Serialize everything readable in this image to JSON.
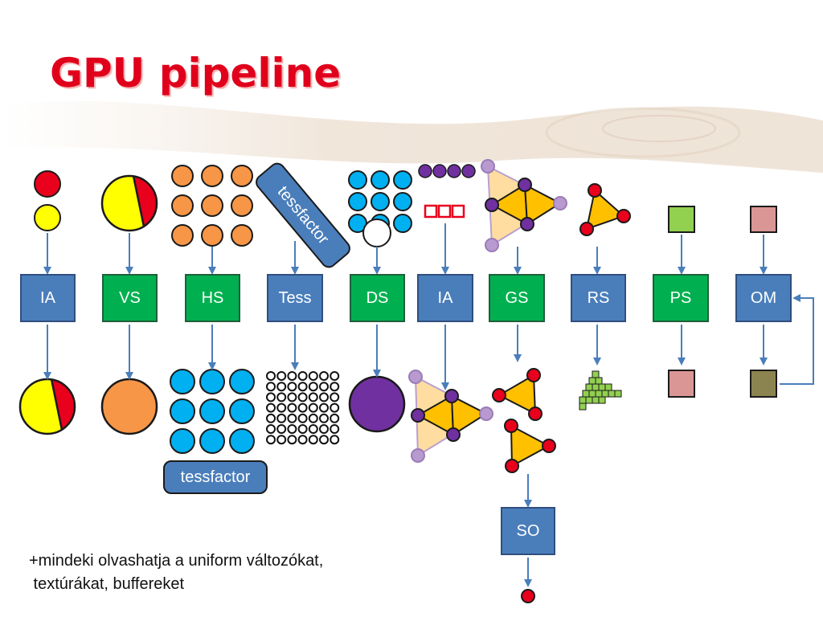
{
  "slide": {
    "title": "GPU pipeline",
    "note_line1": "+mindeki olvashatja a uniform változókat,",
    "note_line2": " textúrákat, buffereket"
  },
  "stages": [
    {
      "id": "ia-1",
      "label": "IA"
    },
    {
      "id": "vs",
      "label": "VS"
    },
    {
      "id": "hs",
      "label": "HS"
    },
    {
      "id": "tess",
      "label": "Tess"
    },
    {
      "id": "ds",
      "label": "DS"
    },
    {
      "id": "ia-2",
      "label": "IA"
    },
    {
      "id": "gs",
      "label": "GS"
    },
    {
      "id": "rs",
      "label": "RS"
    },
    {
      "id": "ps",
      "label": "PS"
    },
    {
      "id": "om",
      "label": "OM"
    },
    {
      "id": "so",
      "label": "SO"
    }
  ],
  "tessfactor_top": "tessfactor",
  "tessfactor_bottom": "tessfactor",
  "colors": {
    "stage_blue": "#4a7ebb",
    "stage_green": "#00b050",
    "arrow": "#4a7ebb",
    "title": "#e0001b",
    "red": "#e8001c",
    "yellow": "#ffff00",
    "orange": "#f79646",
    "cyan": "#00b0f0",
    "purple": "#7030a0",
    "triangle": "#ffc000",
    "green_square": "#92d050",
    "pink_square": "#da9694",
    "olive_square": "#8c8450"
  }
}
